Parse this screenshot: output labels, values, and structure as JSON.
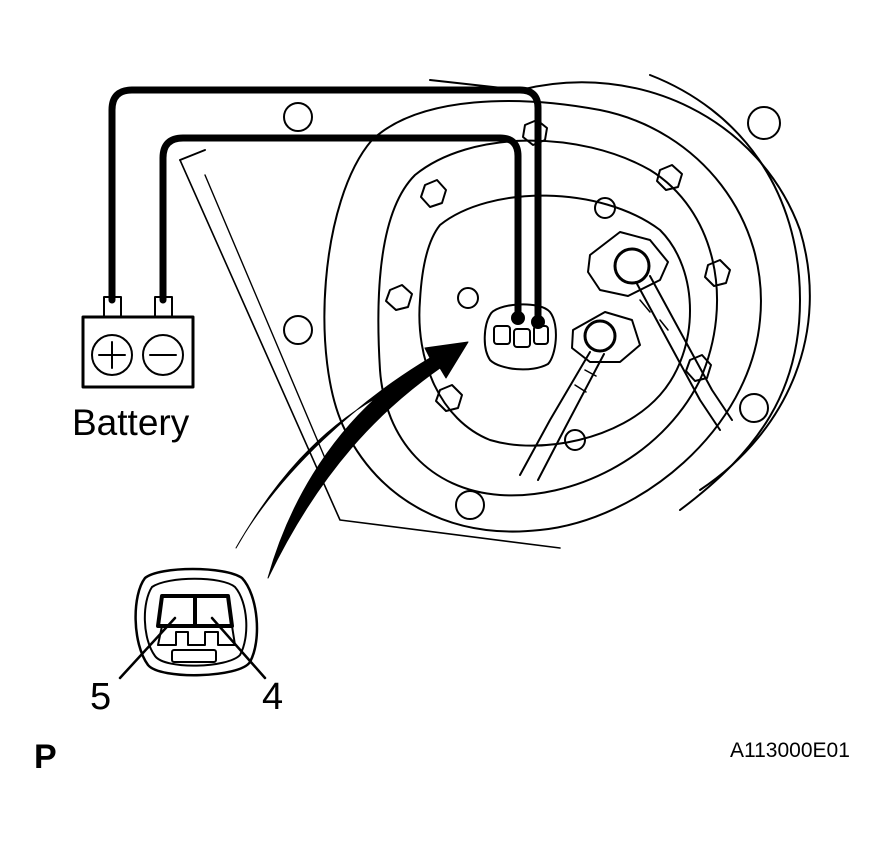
{
  "battery": {
    "label": "Battery",
    "positive_symbol": "+",
    "negative_symbol": "−"
  },
  "connector": {
    "pin_left": "5",
    "pin_right": "4"
  },
  "footer": {
    "page_mark": "P",
    "figure_code": "A113000E01"
  },
  "colors": {
    "line": "#000000",
    "background": "#ffffff"
  }
}
